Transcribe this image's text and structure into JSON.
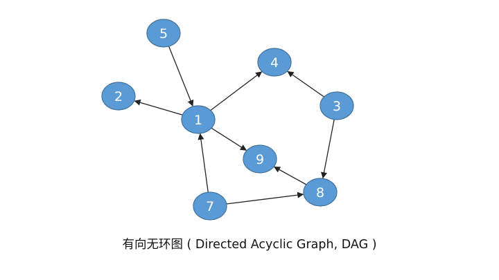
{
  "caption": "有向无环图 ( Directed Acyclic Graph, DAG )",
  "colors": {
    "node_fill": "#5B9BD5",
    "node_stroke": "#41719C",
    "edge": "#222222",
    "label": "#ffffff"
  },
  "graph": {
    "nodes": [
      {
        "id": "1",
        "label": "1"
      },
      {
        "id": "2",
        "label": "2"
      },
      {
        "id": "3",
        "label": "3"
      },
      {
        "id": "4",
        "label": "4"
      },
      {
        "id": "5",
        "label": "5"
      },
      {
        "id": "7",
        "label": "7"
      },
      {
        "id": "8",
        "label": "8"
      },
      {
        "id": "9",
        "label": "9"
      }
    ],
    "edges": [
      {
        "from": "5",
        "to": "1"
      },
      {
        "from": "1",
        "to": "2"
      },
      {
        "from": "1",
        "to": "4"
      },
      {
        "from": "1",
        "to": "9"
      },
      {
        "from": "3",
        "to": "4"
      },
      {
        "from": "3",
        "to": "8"
      },
      {
        "from": "8",
        "to": "9"
      },
      {
        "from": "7",
        "to": "1"
      },
      {
        "from": "7",
        "to": "8"
      }
    ]
  }
}
